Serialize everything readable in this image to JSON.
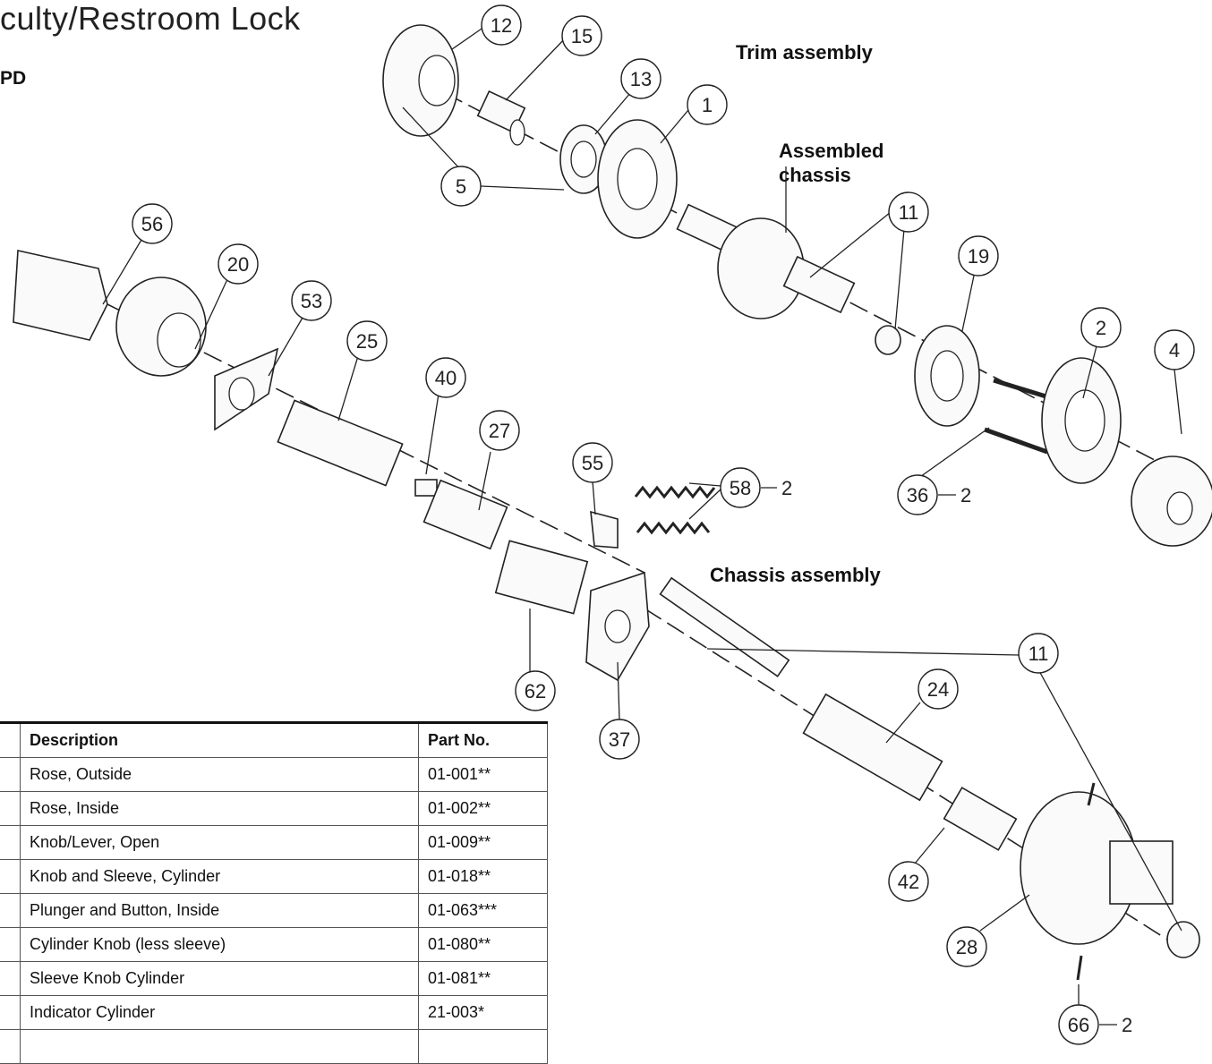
{
  "page": {
    "title": "culty/Restroom Lock",
    "subtitle": "PD"
  },
  "headings": {
    "trim": "Trim assembly",
    "assembled_line1": "Assembled",
    "assembled_line2": "chassis",
    "chassis": "Chassis assembly"
  },
  "callouts": {
    "c12": "12",
    "c15": "15",
    "c13": "13",
    "c1": "1",
    "c5": "5",
    "c11a": "11",
    "c19": "19",
    "c2": "2",
    "c4": "4",
    "c36": "36",
    "c36q": "2",
    "c56": "56",
    "c20": "20",
    "c53": "53",
    "c25": "25",
    "c40": "40",
    "c27": "27",
    "c55": "55",
    "c58": "58",
    "c58q": "2",
    "c62": "62",
    "c37": "37",
    "c11b": "11",
    "c24": "24",
    "c42": "42",
    "c28": "28",
    "c66": "66",
    "c66q": "2"
  },
  "table": {
    "headers": {
      "description": "Description",
      "part_no": "Part No."
    },
    "rows": [
      {
        "description": "Rose, Outside",
        "part_no": "01-001**"
      },
      {
        "description": "Rose, Inside",
        "part_no": "01-002**"
      },
      {
        "description": "Knob/Lever, Open",
        "part_no": "01-009**"
      },
      {
        "description": "Knob and Sleeve, Cylinder",
        "part_no": "01-018**"
      },
      {
        "description": "Plunger and Button, Inside",
        "part_no": "01-063***"
      },
      {
        "description": "Cylinder Knob (less sleeve)",
        "part_no": "01-080**"
      },
      {
        "description": "Sleeve Knob Cylinder",
        "part_no": "01-081**"
      },
      {
        "description": "Indicator Cylinder",
        "part_no": "21-003*"
      },
      {
        "description": "",
        "part_no": ""
      }
    ]
  }
}
